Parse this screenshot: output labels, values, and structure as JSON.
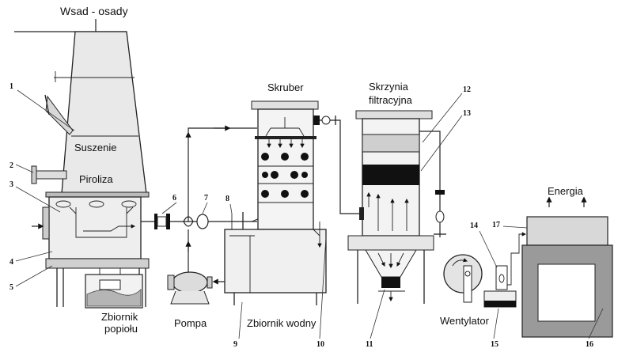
{
  "labels": {
    "feed": "Wsad - osady",
    "drying": "Suszenie",
    "pyrolysis": "Piroliza",
    "scrubber": "Skruber",
    "filter_box_1": "Skrzynia",
    "filter_box_2": "filtracyjna",
    "energy": "Energia",
    "ash_tank_1": "Zbiornik",
    "ash_tank_2": "popiołu",
    "pump": "Pompa",
    "water_tank": "Zbiornik wodny",
    "fan": "Wentylator"
  },
  "callouts": [
    "1",
    "2",
    "3",
    "4",
    "5",
    "6",
    "7",
    "8",
    "9",
    "10",
    "11",
    "12",
    "13",
    "14",
    "15",
    "16",
    "17"
  ],
  "colors": {
    "stroke": "#222222",
    "fill_light": "#e4e4e4",
    "fill_mid": "#cfcfcf",
    "fill_dark": "#8a8a8a",
    "black": "#111111"
  }
}
